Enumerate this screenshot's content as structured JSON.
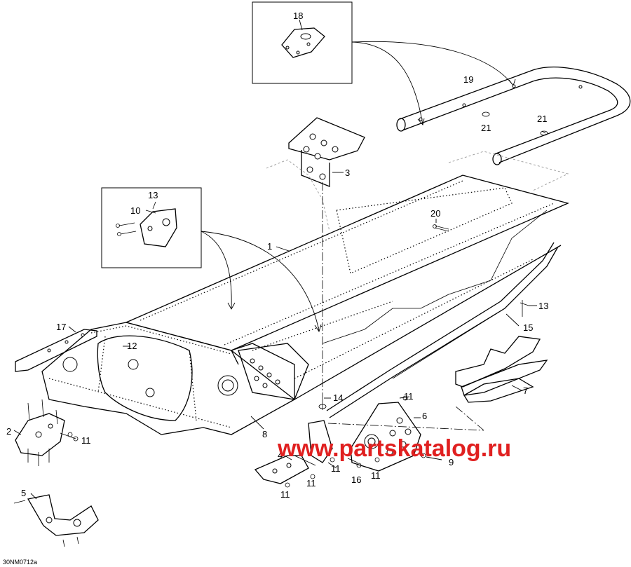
{
  "diagram": {
    "callouts": [
      "1",
      "2",
      "3",
      "4",
      "5",
      "6",
      "7",
      "8",
      "9",
      "10",
      "11",
      "12",
      "13",
      "14",
      "15",
      "16",
      "17",
      "18",
      "19",
      "20",
      "21"
    ],
    "labels": {
      "c1": "1",
      "c2": "2",
      "c3": "3",
      "c4": "4",
      "c5": "5",
      "c6": "6",
      "c7": "7",
      "c8": "8",
      "c9": "9",
      "c10": "10",
      "c11": "11",
      "c12": "12",
      "c13": "13",
      "c14": "14",
      "c15": "15",
      "c16": "16",
      "c17": "17",
      "c18": "18",
      "c19": "19",
      "c20": "20",
      "c21": "21"
    },
    "drawing_code": "30NM0712a",
    "watermark": "www.partskatalog.ru",
    "watermark_color": "#e02020"
  }
}
